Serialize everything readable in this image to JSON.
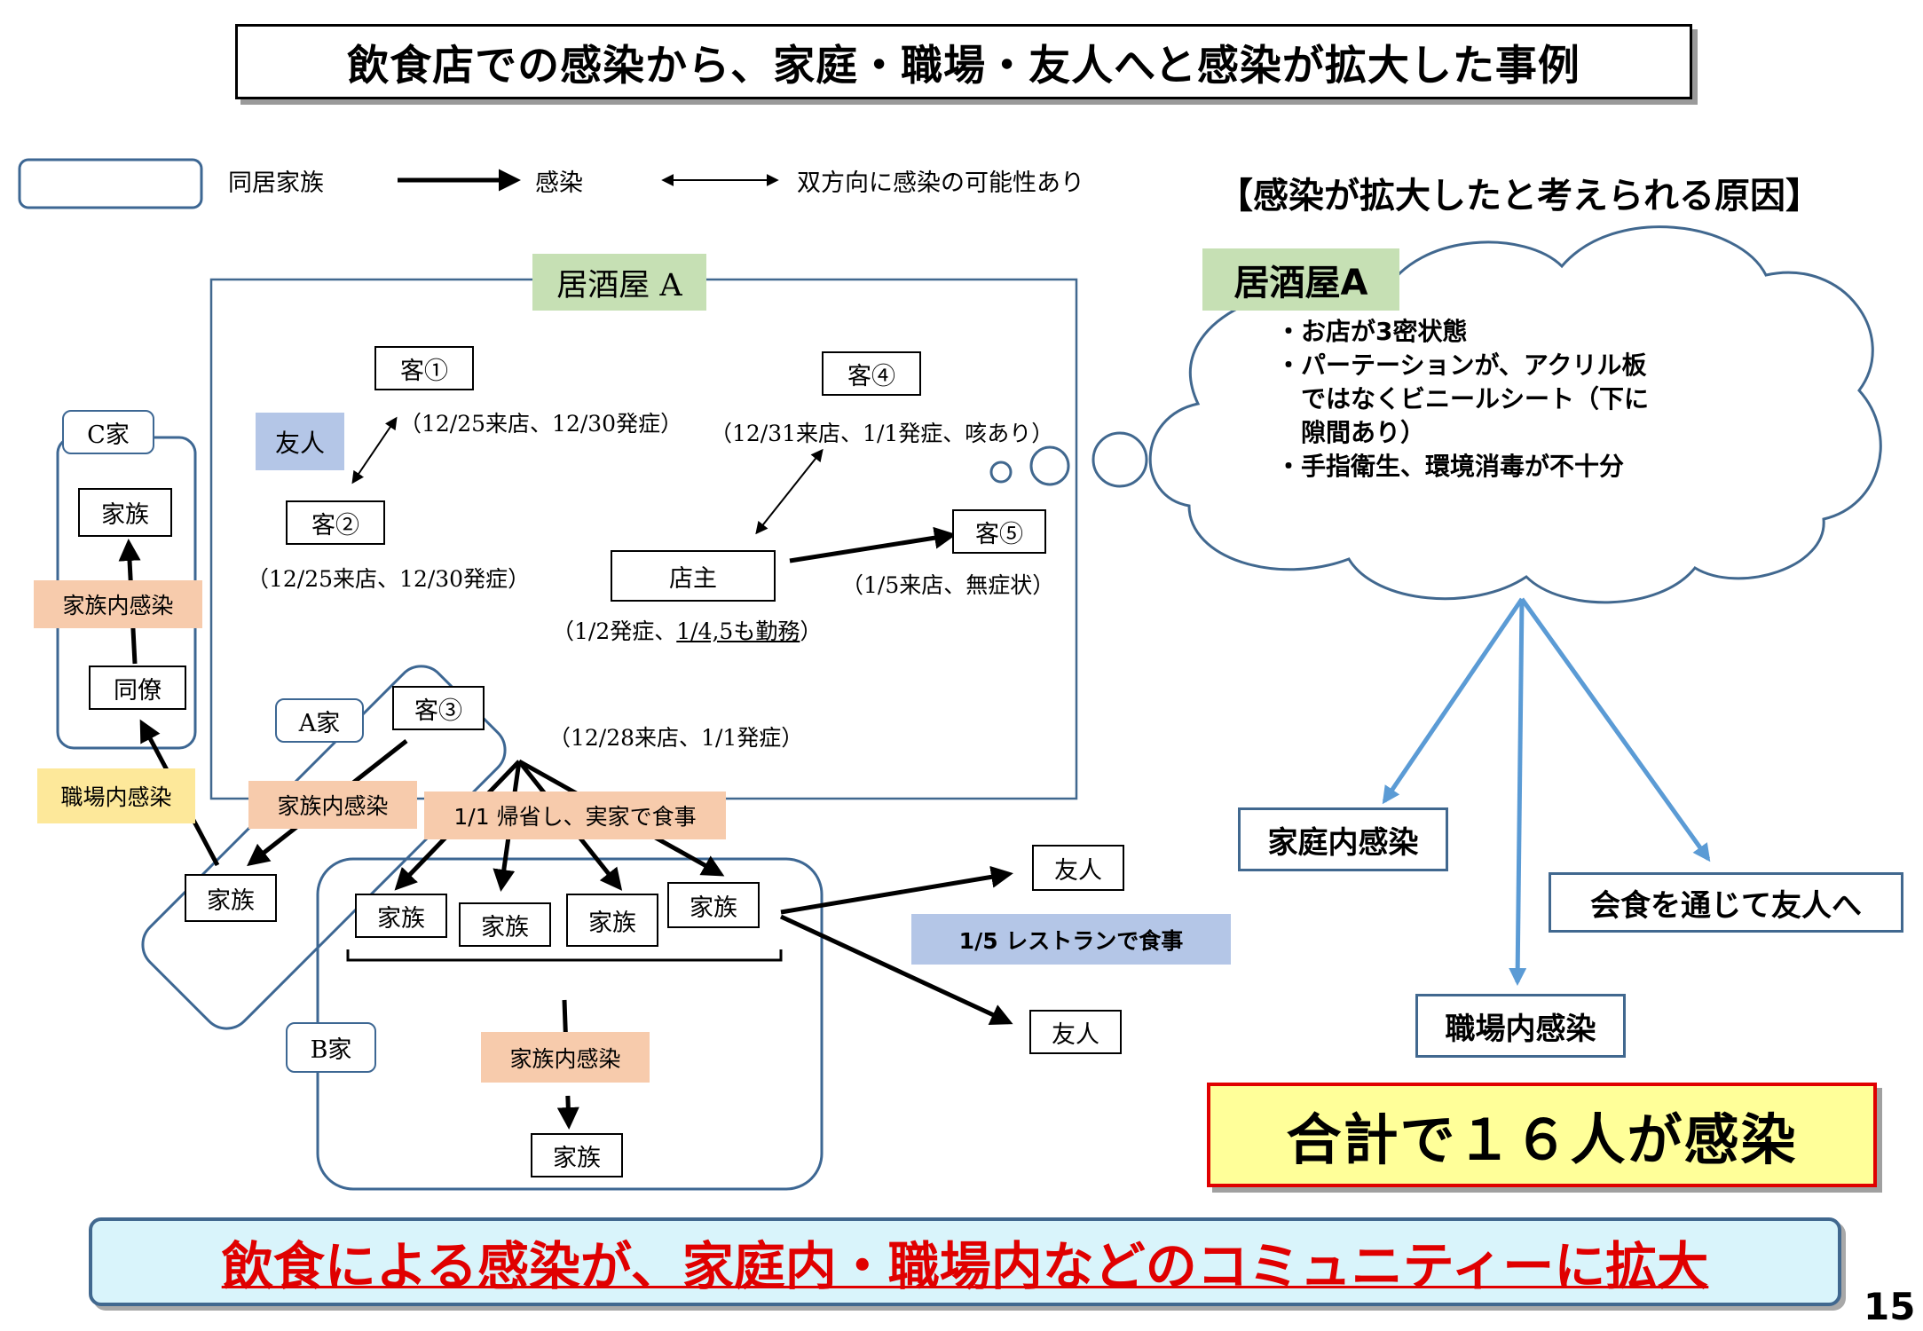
{
  "title": "飲食店での感染から、家庭・職場・友人へと感染が拡大した事例",
  "legend": {
    "household": "同居家族",
    "infection": "感染",
    "bidirectional": "双方向に感染の可能性あり"
  },
  "izakaya_label": "居酒屋 A",
  "nodes": {
    "customer1": "客①",
    "customer1_note": "（12/25来店、12/30発症）",
    "friend_top": "友人",
    "customer2": "客②",
    "customer2_note": "（12/25来店、12/30発症）",
    "customer4": "客④",
    "customer4_note": "（12/31来店、1/1発症、咳あり）",
    "owner": "店主",
    "owner_note_a": "（1/2発症、",
    "owner_note_b": "1/4,5も勤務",
    "owner_note_c": "）",
    "customer5": "客⑤",
    "customer5_note": "（1/5来店、無症状）",
    "customer3": "客③",
    "customer3_note": "（12/28来店、1/1発症）",
    "house_c": "C家",
    "house_c_family": "家族",
    "house_c_colleague": "同僚",
    "house_a": "A家",
    "house_a_family": "家族",
    "house_b": "B家",
    "house_b_family1": "家族",
    "house_b_family2": "家族",
    "house_b_family3": "家族",
    "house_b_family4": "家族",
    "house_b_family5": "家族",
    "friend_right1": "友人",
    "friend_right2": "友人"
  },
  "tags": {
    "c_family_infection": "家族内感染",
    "workplace_infection": "職場内感染",
    "a_family_infection": "家族内感染",
    "homecoming": "1/1 帰省し、実家で食事",
    "restaurant": "1/5 レストランで食事",
    "b_family_infection": "家族内感染"
  },
  "causes": {
    "heading": "【感染が拡大したと考えられる原因】",
    "izakaya": "居酒屋A",
    "bullets": [
      "・お店が3密状態",
      "・パーテーションが、アクリル板",
      "　ではなくビニールシート（下に",
      "　隙間あり）",
      "・手指衛生、環境消毒が不十分"
    ],
    "home": "家庭内感染",
    "work": "職場内感染",
    "friends": "会食を通じて友人へ"
  },
  "total": "合計で１６人が感染",
  "bottom_message": "飲食による感染が、家庭内・職場内などのコミュニティーに拡大",
  "page_number": "15",
  "colors": {
    "house_border": "#3d6793",
    "cloud_border": "#41688f",
    "arrow_blue": "#5b9bd5",
    "total_bg": "#ffff99",
    "total_border": "#e00000",
    "bottom_bg": "#d9f4fb",
    "bottom_text": "#e00000"
  }
}
